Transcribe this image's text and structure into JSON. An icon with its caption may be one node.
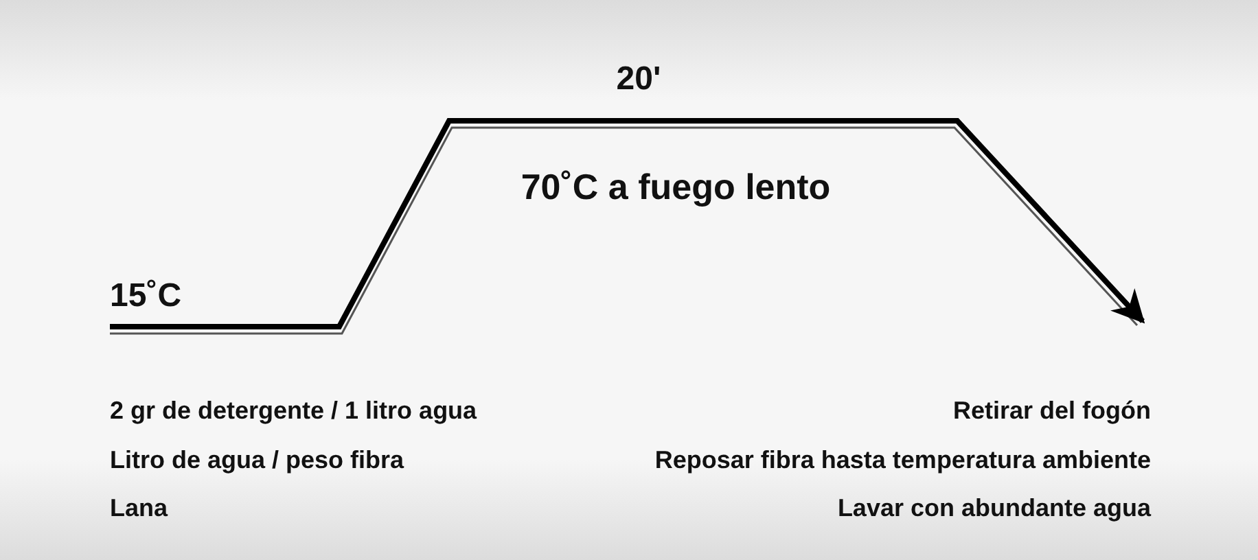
{
  "diagram": {
    "labels": [
      "20'",
      "70˚C a fuego lento",
      "15˚C",
      "2 gr de detergente / 1 litro agua",
      "Retirar del fogón",
      "Litro de agua / peso fibra",
      "Reposar fibra hasta temperatura ambiente",
      "Lana",
      "Lavar con abundante agua"
    ]
  }
}
